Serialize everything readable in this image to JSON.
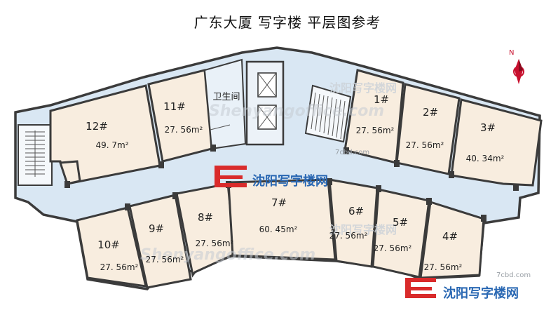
{
  "title": "广东大厦 写字楼 平层图参考",
  "compass": {
    "label": "N",
    "icon": "north-arrow-icon",
    "color": "#c8102e"
  },
  "rooms": [
    {
      "id": "12",
      "number": "12#",
      "area": "49. 7m²"
    },
    {
      "id": "11",
      "number": "11#",
      "area": "27. 56m²"
    },
    {
      "id": "1",
      "number": "1#",
      "area": "27. 56m²"
    },
    {
      "id": "2",
      "number": "2#",
      "area": "27. 56m²"
    },
    {
      "id": "3",
      "number": "3#",
      "area": "40. 34m²"
    },
    {
      "id": "10",
      "number": "10#",
      "area": "27. 56m²"
    },
    {
      "id": "9",
      "number": "9#",
      "area": "27. 56m²"
    },
    {
      "id": "8",
      "number": "8#",
      "area": "27. 56m²"
    },
    {
      "id": "7",
      "number": "7#",
      "area": "60. 45m²"
    },
    {
      "id": "6",
      "number": "6#",
      "area": "27. 56m²"
    },
    {
      "id": "5",
      "number": "5#",
      "area": "27. 56m²"
    },
    {
      "id": "4",
      "number": "4#",
      "area": "27. 56m²"
    }
  ],
  "restroom_label": "卫生间",
  "watermarks": {
    "brand": "沈阳写字楼网",
    "domain": "Shenyangoffice.com",
    "site": "7cbd.com"
  },
  "colors": {
    "room_fill": "#f8eddf",
    "corridor_fill": "#d9e7f3",
    "wall": "#3b3b3b",
    "logo_red": "#d92b2b",
    "logo_blue": "#2a68b3"
  }
}
